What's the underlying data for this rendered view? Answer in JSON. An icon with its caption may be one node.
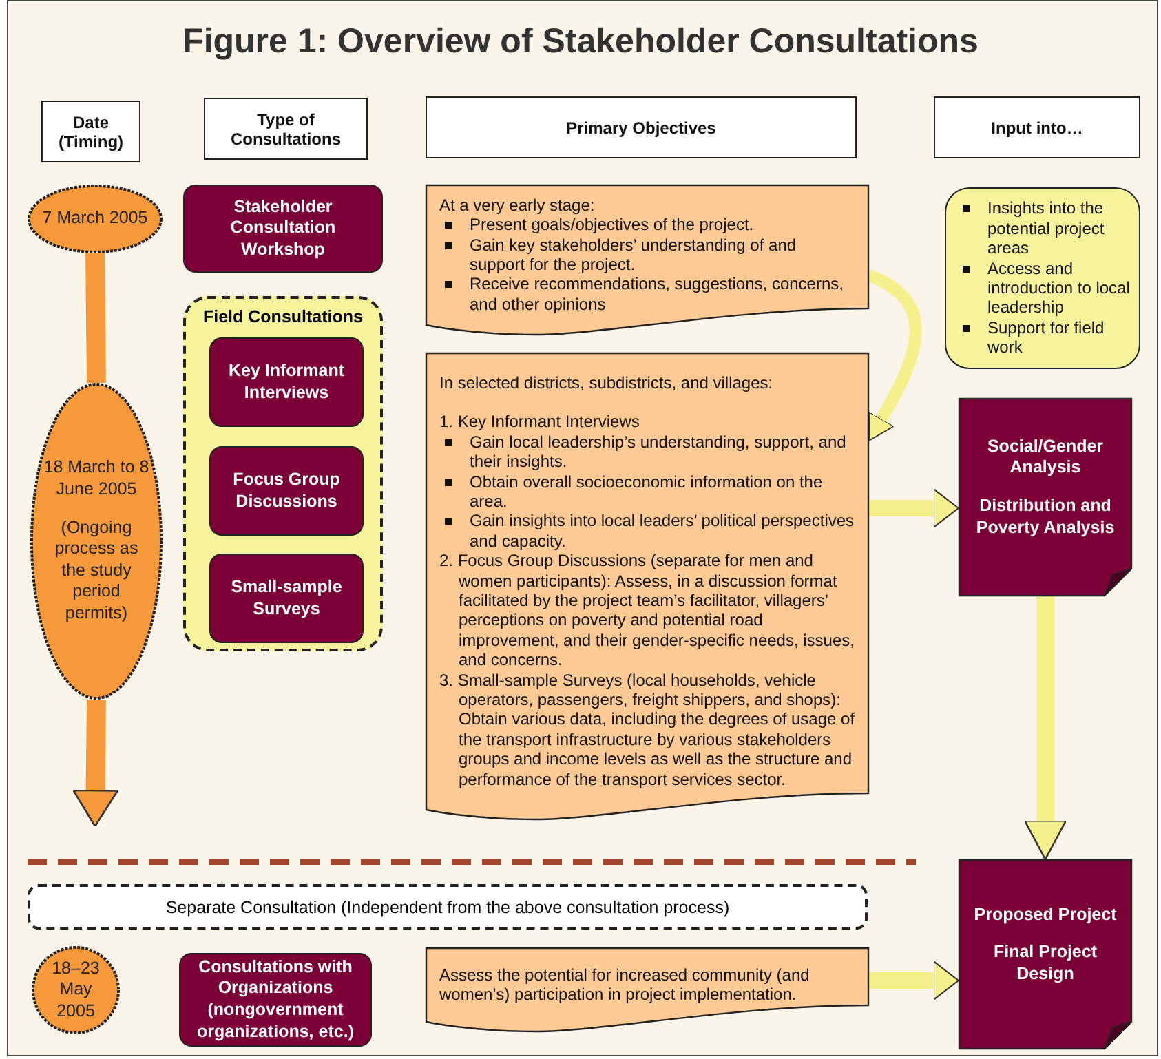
{
  "diagram": {
    "title": "Figure 1: Overview of Stakeholder Consultations",
    "nodes": [
      {
        "text": [
          "Date (Timing)"
        ]
      },
      {
        "text": [
          "Type of Consultations"
        ]
      },
      {
        "text": [
          "Primary Objectives"
        ]
      },
      {
        "text": [
          "Input into…"
        ]
      },
      {
        "text": [
          "7 March 2005"
        ]
      },
      {
        "text": [
          "Stakeholder Consultation Workshop"
        ]
      },
      {
        "text": [
          "At a very early stage:",
          "Present goals/objectives of the project.",
          "Gain key stakeholders’ understanding of and support for the project.",
          "Receive recommendations, suggestions, concerns, and other opinions"
        ]
      },
      {
        "text": [
          "Insights into the potential project areas",
          "Access and introduction to local leadership",
          "Support for field work"
        ]
      },
      {
        "text": [
          "18 March to 8 June 2005",
          "(Ongoing process as the study period permits)"
        ]
      },
      {
        "text": [
          "Field Consultations"
        ]
      },
      {
        "text": [
          "Key Informant Interviews"
        ],
        "in": 9
      },
      {
        "text": [
          "Focus Group Discussions"
        ],
        "in": 9
      },
      {
        "text": [
          "Small-sample Surveys"
        ],
        "in": 9
      },
      {
        "text": [
          "In selected districts, subdistricts, and villages:",
          "1. Key Informant Interviews",
          "Gain local leadership’s understanding, support, and their insights.",
          "Obtain overall socioeconomic information on the area.",
          "Gain insights into local leaders’ political perspectives and capacity.",
          "2. Focus Group Discussions (separate for men and women participants): Assess, in a discussion format facilitated by the project team’s facilitator, villagers’ perceptions on poverty and potential road improvement, and their gender-specific needs, issues, and concerns.",
          "3. Small-sample Surveys (local households, vehicle operators, passengers, freight shippers, and shops): Obtain various data, including the degrees of usage of the transport infrastructure by various stakeholders groups and income levels as well as the structure and performance of the transport services sector."
        ]
      },
      {
        "text": [
          "Social/Gender Analysis",
          "Distribution and Poverty Analysis"
        ]
      },
      {
        "text": [
          "Separate Consultation (Independent from the above consultation process)"
        ]
      },
      {
        "text": [
          "18–23 May 2005"
        ]
      },
      {
        "text": [
          "Consultations with Organizations (nongovernment organizations, etc.)"
        ]
      },
      {
        "text": [
          "Assess the potential for increased community (and women’s) participation in project implementation."
        ]
      },
      {
        "text": [
          "Proposed Project",
          "Final Project Design"
        ]
      }
    ],
    "edges": [
      {
        "from": 4,
        "to": 8,
        "arrow": "none",
        "color": "#f5993a"
      },
      {
        "from": 8,
        "to": null,
        "arrow": "to",
        "color": "#f5993a"
      },
      {
        "from": 6,
        "to": 13,
        "arrow": "to"
      },
      {
        "from": 13,
        "to": 14,
        "arrow": "to"
      },
      {
        "from": 14,
        "to": 19,
        "arrow": "to"
      },
      {
        "from": 18,
        "to": 19,
        "arrow": "to"
      }
    ]
  }
}
